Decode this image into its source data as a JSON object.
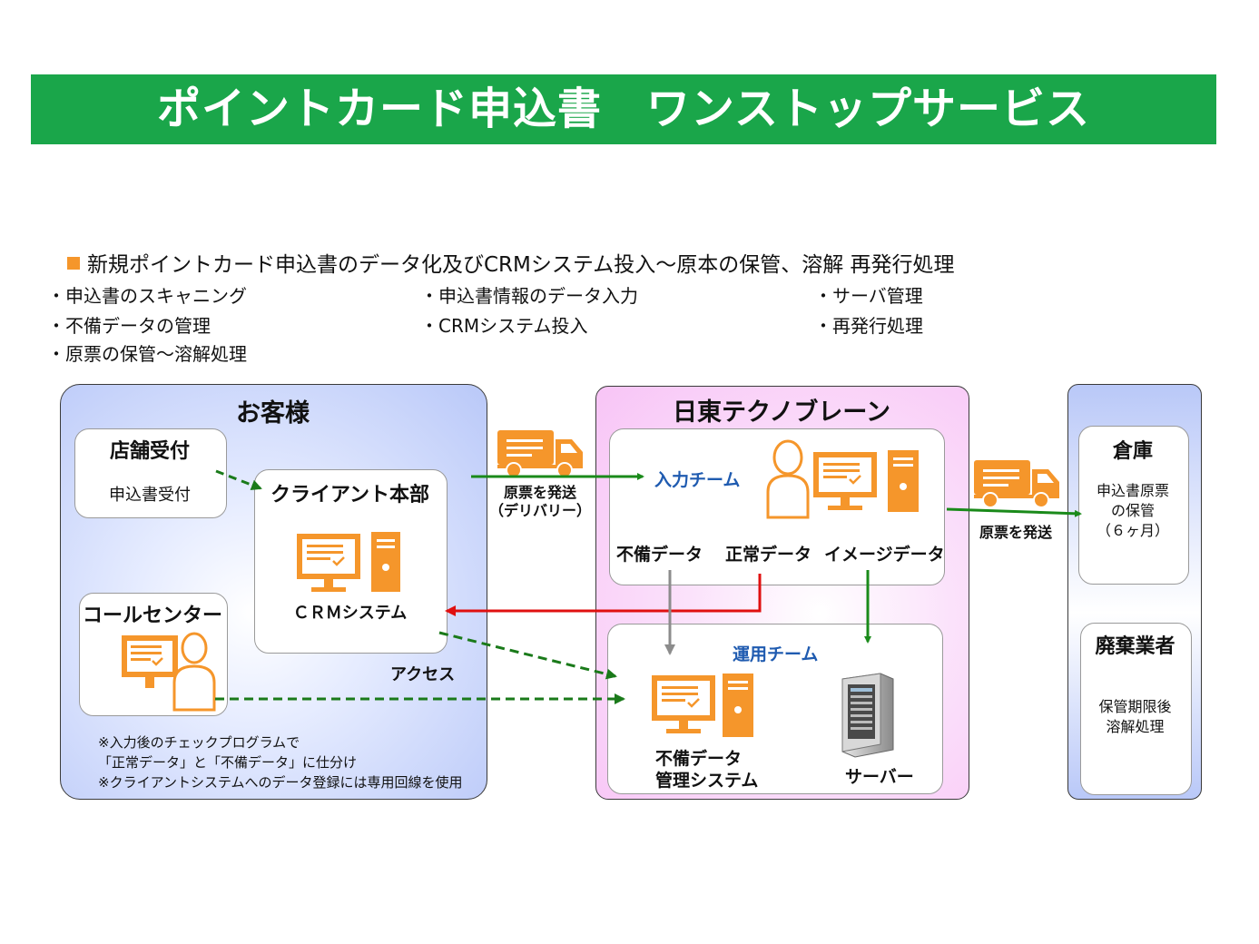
{
  "title": "ポイントカード申込書　ワンストップサービス",
  "headline": "新規ポイントカード申込書のデータ化及びCRMシステム投入～原本の保管、溶解  再発行処理",
  "bullets": {
    "col1": [
      "・申込書のスキャニング",
      "・不備データの管理",
      "・原票の保管～溶解処理"
    ],
    "col2": [
      "・申込書情報のデータ入力",
      "・CRMシステム投入"
    ],
    "col3": [
      "・サーバ管理",
      "・再発行処理"
    ]
  },
  "customer": {
    "title": "お客様",
    "store": {
      "title": "店舗受付",
      "text": "申込書受付"
    },
    "client_hq": {
      "title": "クライアント本部",
      "system": "ＣＲＭシステム"
    },
    "call_center": {
      "title": "コールセンター"
    },
    "access": "アクセス",
    "notes": [
      "※入力後のチェックプログラムで",
      "「正常データ」と「不備データ」に仕分け",
      "※クライアントシステムへのデータ登録には専用回線を使用"
    ]
  },
  "truck1": {
    "label_line1": "原票を発送",
    "label_line2": "（デリバリー）"
  },
  "nitto": {
    "title": "日東テクノブレーン",
    "input_team": "入力チーム",
    "defect_data": "不備データ",
    "normal_data": "正常データ",
    "image_data": "イメージデータ",
    "ops_team": "運用チーム",
    "defect_system_line1": "不備データ",
    "defect_system_line2": "管理システム",
    "server": "サーバー"
  },
  "truck2": {
    "label": "原票を発送"
  },
  "warehouse": {
    "title": "倉庫",
    "lines": [
      "申込書原票",
      "の保管",
      "（６ヶ月）"
    ]
  },
  "disposal": {
    "title": "廃棄業者",
    "lines": [
      "保管期限後",
      "溶解処理"
    ]
  },
  "colors": {
    "title_bg": "#1aa64a",
    "icon": "#f5962b",
    "arrow_green": "#1a8a1a",
    "arrow_red": "#e01010",
    "team_blue": "#1f5bb0"
  }
}
